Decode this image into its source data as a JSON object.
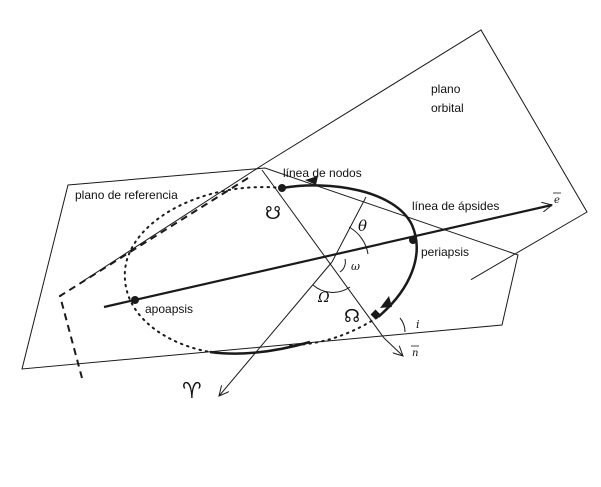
{
  "labels": {
    "plano_orbital_l1": "plano",
    "plano_orbital_l2": "orbital",
    "plano_referencia": "plano de referencia",
    "linea_nodos": "línea de nodos",
    "linea_apsides": "línea de ápsides",
    "periapsis": "periapsis",
    "apoapsis": "apoapsis",
    "theta": "θ",
    "omega_small": "ω",
    "omega_big": "Ω",
    "inclination": "i",
    "vector_e": "e",
    "vector_n": "n",
    "aries_symbol": "♈",
    "ascending_node_symbol": "☊",
    "descending_node_symbol": "☋"
  },
  "colors": {
    "line": "#1a1a1a",
    "background": "#ffffff"
  }
}
